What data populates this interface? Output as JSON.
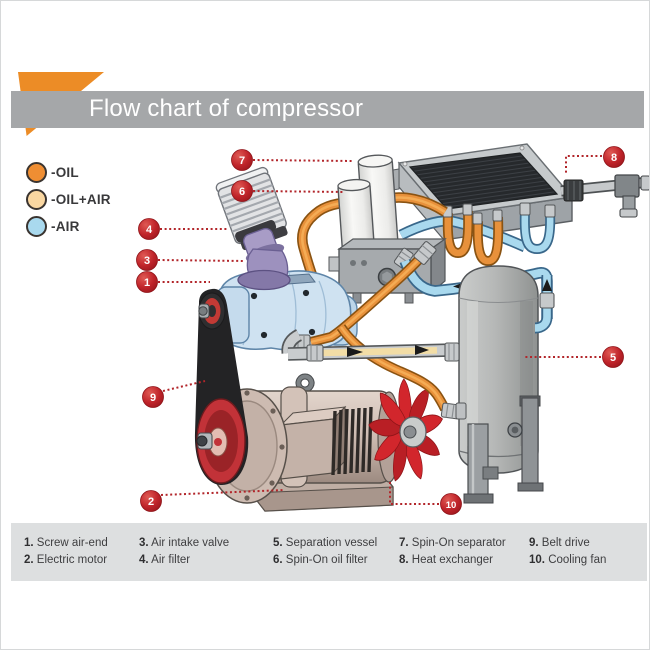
{
  "header": {
    "title": "Flow chart of compressor"
  },
  "flow_legend": [
    {
      "label": "-OIL",
      "color": "#EF8E33"
    },
    {
      "label": "-OIL+AIR",
      "color": "#FAD7A1"
    },
    {
      "label": "-AIR",
      "color": "#A9D9EE"
    }
  ],
  "callouts": [
    {
      "num": "1",
      "label": "Screw air-end"
    },
    {
      "num": "2",
      "label": "Electric motor"
    },
    {
      "num": "3",
      "label": "Air intake valve"
    },
    {
      "num": "4",
      "label": "Air filter"
    },
    {
      "num": "5",
      "label": "Separation vessel"
    },
    {
      "num": "6",
      "label": "Spin-On oil filter"
    },
    {
      "num": "7",
      "label": "Spin-On separator"
    },
    {
      "num": "8",
      "label": "Heat exchanger"
    },
    {
      "num": "9",
      "label": "Belt drive"
    },
    {
      "num": "10",
      "label": "Cooling fan"
    }
  ],
  "colors": {
    "accent_orange": "#EC8C26",
    "header_gray": "#A5A7A9",
    "callout_red": "#C02128",
    "footer_bg": "#DDDFE0",
    "pipe_oil": "#E8913B",
    "pipe_oil_air": "#F2DDA6",
    "pipe_air": "#A9D9EE"
  }
}
